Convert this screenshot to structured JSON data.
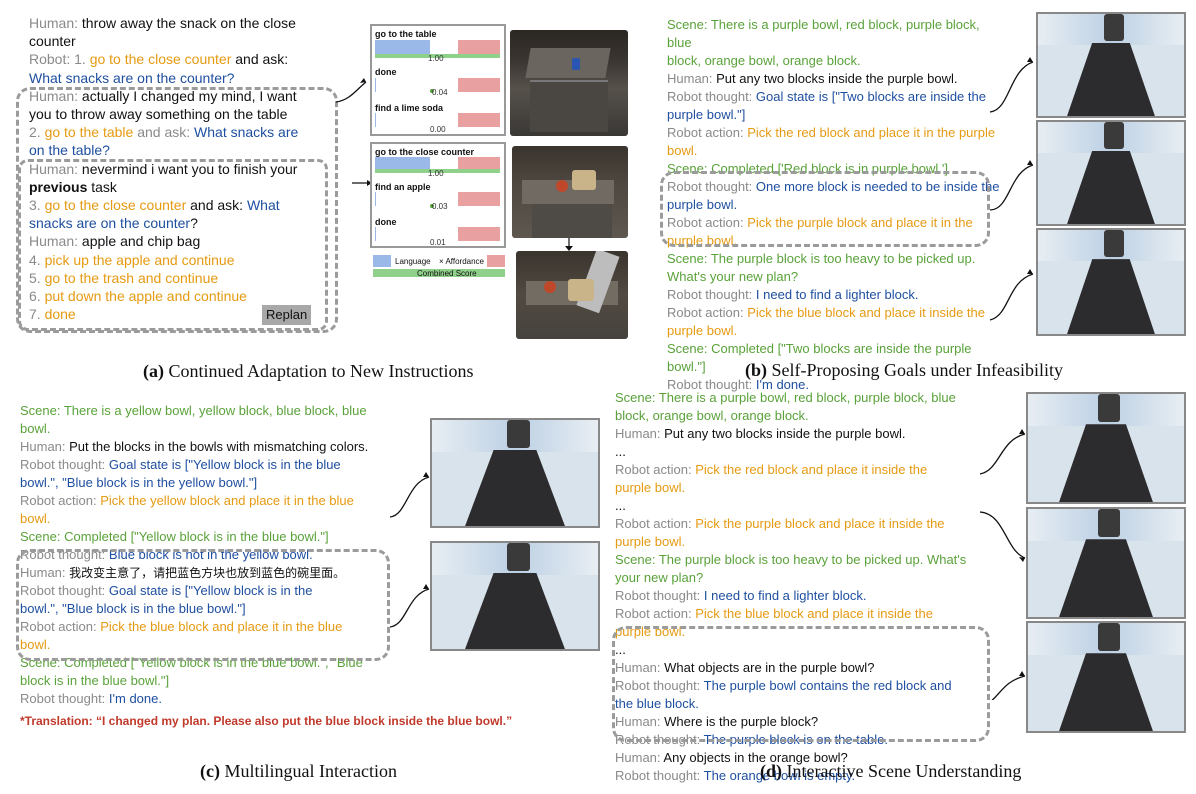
{
  "a": {
    "lines": [
      [
        {
          "c": "g",
          "t": "Human: "
        },
        {
          "c": "k",
          "t": "throw away the snack on the close"
        }
      ],
      [
        {
          "c": "k",
          "t": "counter"
        }
      ],
      [
        {
          "c": "g",
          "t": "Robot: 1. "
        },
        {
          "c": "o",
          "t": "go to the close counter"
        },
        {
          "c": "k",
          "t": " and ask:"
        }
      ],
      [
        {
          "c": "b",
          "t": "What snacks are on the counter?"
        }
      ],
      [
        {
          "c": "g",
          "t": "Human: "
        },
        {
          "c": "k",
          "t": "actually I changed my mind, I want"
        }
      ],
      [
        {
          "c": "k",
          "t": "you to throw away something on the table"
        }
      ],
      [
        {
          "c": "g",
          "t": "2. "
        },
        {
          "c": "o",
          "t": "go to the table"
        },
        {
          "c": "g",
          "t": " and ask: "
        },
        {
          "c": "b",
          "t": "What snacks are"
        }
      ],
      [
        {
          "c": "b",
          "t": "on the table?"
        }
      ],
      [
        {
          "c": "g",
          "t": "Human: "
        },
        {
          "c": "k",
          "t": "nevermind i want you to finish your"
        }
      ],
      [
        {
          "c": "k bold",
          "t": "previous"
        },
        {
          "c": "k",
          "t": " task"
        }
      ],
      [
        {
          "c": "g",
          "t": "3. "
        },
        {
          "c": "o",
          "t": "go to the close counter"
        },
        {
          "c": "k",
          "t": " and ask: "
        },
        {
          "c": "b",
          "t": "What"
        }
      ],
      [
        {
          "c": "b",
          "t": "snacks are on the counter"
        },
        {
          "c": "k",
          "t": "?"
        }
      ],
      [
        {
          "c": "g",
          "t": "Human: "
        },
        {
          "c": "k",
          "t": "apple and chip bag"
        }
      ],
      [
        {
          "c": "g",
          "t": "4. "
        },
        {
          "c": "o",
          "t": "pick up the apple and continue"
        }
      ],
      [
        {
          "c": "g",
          "t": "5. "
        },
        {
          "c": "o",
          "t": "go to the trash and continue"
        }
      ],
      [
        {
          "c": "g",
          "t": "6. "
        },
        {
          "c": "o",
          "t": "put down the apple and continue"
        }
      ],
      [
        {
          "c": "g",
          "t": "7. "
        },
        {
          "c": "o",
          "t": "done"
        }
      ]
    ],
    "replan": "Replan",
    "panel1": [
      {
        "label": "go to the table",
        "value": "1.00"
      },
      {
        "label": "done",
        "value": "0.04"
      },
      {
        "label": "find a lime soda",
        "value": "0.00"
      }
    ],
    "panel2": [
      {
        "label": "go to the close counter",
        "value": "1.00"
      },
      {
        "label": "find an apple",
        "value": "0.03"
      },
      {
        "label": "done",
        "value": "0.01"
      }
    ],
    "legend": {
      "language": "Language",
      "affordance": "× Affordance",
      "combined": "Combined Score"
    },
    "caption_tag": "(a)",
    "caption_text": " Continued Adaptation to New Instructions"
  },
  "b": {
    "lines": [
      [
        {
          "c": "gr",
          "t": "Scene: There is a purple bowl, red block, purple block, blue"
        }
      ],
      [
        {
          "c": "gr",
          "t": "block, orange bowl, orange block."
        }
      ],
      [
        {
          "c": "g",
          "t": "Human: "
        },
        {
          "c": "k",
          "t": "Put any two blocks inside the purple bowl."
        }
      ],
      [
        {
          "c": "g",
          "t": "Robot thought: "
        },
        {
          "c": "b",
          "t": "Goal state is [\"Two blocks are inside the"
        }
      ],
      [
        {
          "c": "b",
          "t": "purple bowl.\"]"
        }
      ],
      [
        {
          "c": "g",
          "t": "Robot action: "
        },
        {
          "c": "o",
          "t": "Pick the red block and place it in the purple"
        }
      ],
      [
        {
          "c": "o",
          "t": "bowl."
        }
      ],
      [
        {
          "c": "gr",
          "t": "Scene: Completed ['Red block is in purple bowl.']"
        }
      ],
      [
        {
          "c": "g",
          "t": "Robot thought: "
        },
        {
          "c": "b",
          "t": "One more block is needed to be inside the"
        }
      ],
      [
        {
          "c": "b",
          "t": "purple bowl."
        }
      ],
      [
        {
          "c": "g",
          "t": "Robot action: "
        },
        {
          "c": "o",
          "t": "Pick the purple block and place it in the"
        }
      ],
      [
        {
          "c": "o",
          "t": "purple bowl."
        }
      ],
      [
        {
          "c": "gr",
          "t": "Scene: The purple block is too heavy to be picked up."
        }
      ],
      [
        {
          "c": "gr",
          "t": "What's your new plan?"
        }
      ],
      [
        {
          "c": "g",
          "t": "Robot thought: "
        },
        {
          "c": "b",
          "t": "I need to find a lighter block."
        }
      ],
      [
        {
          "c": "g",
          "t": "Robot action: "
        },
        {
          "c": "o",
          "t": "Pick the blue block and place it inside the"
        }
      ],
      [
        {
          "c": "o",
          "t": "purple bowl."
        }
      ],
      [
        {
          "c": "gr",
          "t": "Scene: Completed [\"Two blocks are inside the purple"
        }
      ],
      [
        {
          "c": "gr",
          "t": "bowl.\"]"
        }
      ],
      [
        {
          "c": "g",
          "t": "Robot thought: "
        },
        {
          "c": "b",
          "t": "I'm done."
        }
      ]
    ],
    "caption_tag": "(b)",
    "caption_text": " Self-Proposing Goals under Infeasibility"
  },
  "c": {
    "lines": [
      [
        {
          "c": "gr",
          "t": "Scene: There is a yellow bowl, yellow block, blue block, blue"
        }
      ],
      [
        {
          "c": "gr",
          "t": "bowl."
        }
      ],
      [
        {
          "c": "g",
          "t": "Human: "
        },
        {
          "c": "k",
          "t": "Put the blocks in the bowls with mismatching colors."
        }
      ],
      [
        {
          "c": "g",
          "t": "Robot thought: "
        },
        {
          "c": "b",
          "t": "Goal state is [\"Yellow block is in the blue"
        }
      ],
      [
        {
          "c": "b",
          "t": "bowl.\", \"Blue block is in the yellow bowl.\"]"
        }
      ],
      [
        {
          "c": "g",
          "t": "Robot action: "
        },
        {
          "c": "o",
          "t": "Pick the yellow block and place it in the blue"
        }
      ],
      [
        {
          "c": "o",
          "t": "bowl."
        }
      ],
      [
        {
          "c": "gr",
          "t": "Scene: Completed [\"Yellow block is in the blue bowl.\"]"
        }
      ],
      [
        {
          "c": "g",
          "t": "Robot thought: "
        },
        {
          "c": "b",
          "t": "Blue block is not in the yellow bowl."
        }
      ],
      [
        {
          "c": "g",
          "t": "Human: "
        },
        {
          "c": "k cjk",
          "t": "我改变主意了，请把蓝色方块也放到蓝色的碗里面。"
        }
      ],
      [
        {
          "c": "g",
          "t": "Robot thought: "
        },
        {
          "c": "b",
          "t": "Goal state is [\"Yellow block is in the"
        }
      ],
      [
        {
          "c": "b",
          "t": "bowl.\", \"Blue block is in the blue bowl.\"]"
        }
      ],
      [
        {
          "c": "g",
          "t": "Robot action: "
        },
        {
          "c": "o",
          "t": "Pick the blue block and place it in the blue"
        }
      ],
      [
        {
          "c": "o",
          "t": "bowl."
        }
      ],
      [
        {
          "c": "gr",
          "t": "Scene: Completed [\"Yellow block is in the blue bowl.\", \"Blue"
        }
      ],
      [
        {
          "c": "gr",
          "t": "block is in the blue bowl.\"]"
        }
      ],
      [
        {
          "c": "g",
          "t": "Robot thought: "
        },
        {
          "c": "b",
          "t": "I'm done."
        }
      ]
    ],
    "translation": "*Translation: “I changed my plan. Please also put the blue block inside the blue bowl.”",
    "caption_tag": "(c)",
    "caption_text": " Multilingual Interaction"
  },
  "d": {
    "lines": [
      [
        {
          "c": "gr",
          "t": "Scene: There is a purple bowl, red block, purple block, blue"
        }
      ],
      [
        {
          "c": "gr",
          "t": "block, orange bowl, orange block."
        }
      ],
      [
        {
          "c": "g",
          "t": "Human: "
        },
        {
          "c": "k",
          "t": "Put any two blocks inside the purple bowl."
        }
      ],
      [
        {
          "c": "k",
          "t": "..."
        }
      ],
      [
        {
          "c": "g",
          "t": "Robot action: "
        },
        {
          "c": "o",
          "t": "Pick the red block and place it inside the"
        }
      ],
      [
        {
          "c": "o",
          "t": "purple bowl."
        }
      ],
      [
        {
          "c": "k",
          "t": "..."
        }
      ],
      [
        {
          "c": "g",
          "t": "Robot action: "
        },
        {
          "c": "o",
          "t": "Pick the purple block and place it inside the"
        }
      ],
      [
        {
          "c": "o",
          "t": "purple bowl."
        }
      ],
      [
        {
          "c": "gr",
          "t": "Scene: The purple block is too heavy to be picked up. What's"
        }
      ],
      [
        {
          "c": "gr",
          "t": "your new plan?"
        }
      ],
      [
        {
          "c": "g",
          "t": "Robot thought: "
        },
        {
          "c": "b",
          "t": "I need to find a lighter block."
        }
      ],
      [
        {
          "c": "g",
          "t": "Robot action: "
        },
        {
          "c": "o",
          "t": "Pick the blue block and place it inside the"
        }
      ],
      [
        {
          "c": "o",
          "t": "purple bowl."
        }
      ],
      [
        {
          "c": "k",
          "t": "..."
        }
      ],
      [
        {
          "c": "g",
          "t": "Human: "
        },
        {
          "c": "k",
          "t": "What objects are in the purple bowl?"
        }
      ],
      [
        {
          "c": "g",
          "t": "Robot thought: "
        },
        {
          "c": "b",
          "t": "The purple bowl contains the red block and"
        }
      ],
      [
        {
          "c": "b",
          "t": "the blue block."
        }
      ],
      [
        {
          "c": "g",
          "t": "Human: "
        },
        {
          "c": "k",
          "t": "Where is the purple block?"
        }
      ],
      [
        {
          "c": "g",
          "t": "Robot thought: "
        },
        {
          "c": "b",
          "t": "The purple block is on the table."
        }
      ],
      [
        {
          "c": "g",
          "t": "Human: "
        },
        {
          "c": "k",
          "t": "Any objects in the orange bowl?"
        }
      ],
      [
        {
          "c": "g",
          "t": "Robot thought: "
        },
        {
          "c": "b",
          "t": "The orange bowl is empty."
        }
      ]
    ],
    "caption_tag": "(d)",
    "caption_text": " Interactive Scene Understanding"
  },
  "colors": {
    "gray": "#8a8a8a",
    "orange": "#e69a12",
    "blue": "#1f4fa0",
    "green": "#5aa23a",
    "red": "#c0392b",
    "lang_bar": "#9ab8e8",
    "aff_bar": "#e9a0a0",
    "comb_bar": "#8fd08a"
  }
}
